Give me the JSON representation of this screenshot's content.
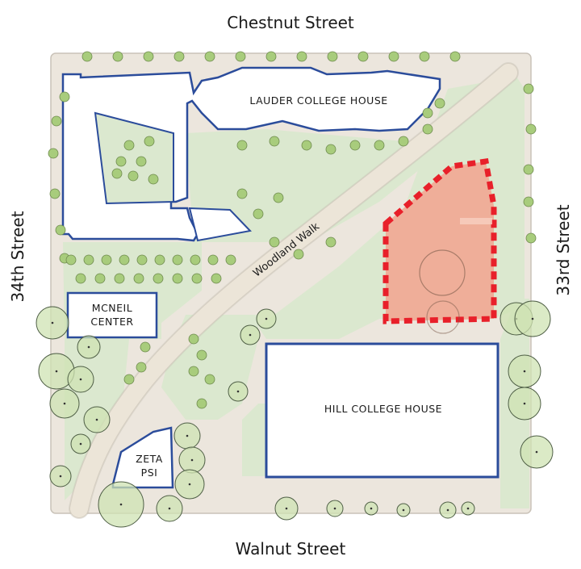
{
  "streets": {
    "north": "Chestnut Street",
    "south": "Walnut Street",
    "west": "34th Street",
    "east": "33rd Street"
  },
  "buildings": {
    "lauder": "LAUDER COLLEGE HOUSE",
    "mcneil": [
      "MCNEIL",
      "CENTER"
    ],
    "hill": "HILL COLLEGE HOUSE",
    "zeta": [
      "ZETA",
      "PSI"
    ]
  },
  "paths": {
    "woodland_walk": "Woodland Walk"
  },
  "colors": {
    "lawn": "#dbe8cf",
    "paving": "#ebe5dc",
    "building_outline": "#2b4c9b",
    "tree_fill": "#a8cc7c",
    "tree_outline": "#6e8a4e",
    "highlight_fill": "#f2a38f",
    "highlight_outline": "#e8202a"
  }
}
